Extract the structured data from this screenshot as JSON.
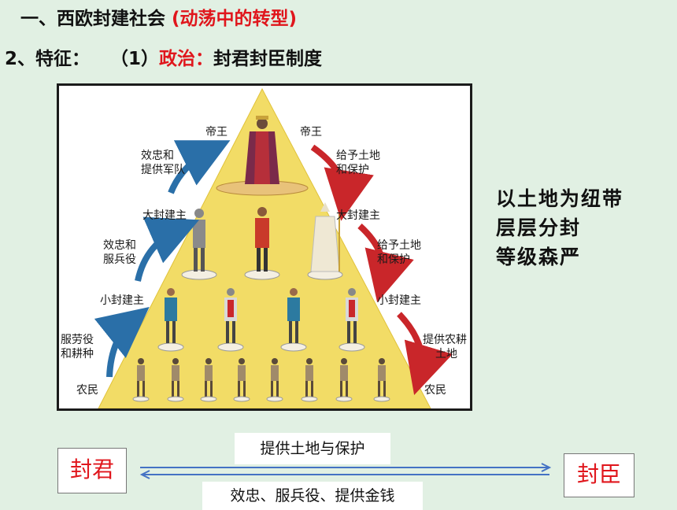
{
  "header": {
    "title_prefix": "一、西欧封建社会 ",
    "title_highlight": "(动荡中的转型)",
    "sub_num": "2、特征：",
    "sub_item": "（1）",
    "sub_highlight": "政治：",
    "sub_rest": "封君封臣制度"
  },
  "pyramid": {
    "levels": {
      "emperor_left": "帝王",
      "emperor_right": "帝王",
      "great_lord_left": "大封建主",
      "great_lord_right": "大封建主",
      "lesser_lord_left": "小封建主",
      "lesser_lord_right": "小封建主",
      "peasant_left": "农民",
      "peasant_right": "农民"
    },
    "up_duties": {
      "great_to_emperor": [
        "效忠和",
        "提供军队"
      ],
      "lesser_to_great": [
        "效忠和",
        "服兵役"
      ],
      "peasant_to_lesser": [
        "服劳役",
        "和耕种"
      ]
    },
    "down_grants": {
      "emperor_to_great": [
        "给予土地",
        "和保护"
      ],
      "great_to_lesser": [
        "给予土地",
        "和保护"
      ],
      "lesser_to_peasant": [
        "提供农耕",
        "土地"
      ]
    },
    "colors": {
      "pyramid_fill": "#f2dc66",
      "up_arrow": "#2a6fa8",
      "down_arrow": "#c9262a"
    }
  },
  "features": [
    "以土地为纽带",
    "层层分封",
    "等级森严"
  ],
  "relation": {
    "lord": "封君",
    "vassal": "封臣",
    "lord_to_vassal": "提供土地与保护",
    "vassal_to_lord": "效忠、服兵役、提供金钱",
    "arrow_color": "#4472c4"
  }
}
